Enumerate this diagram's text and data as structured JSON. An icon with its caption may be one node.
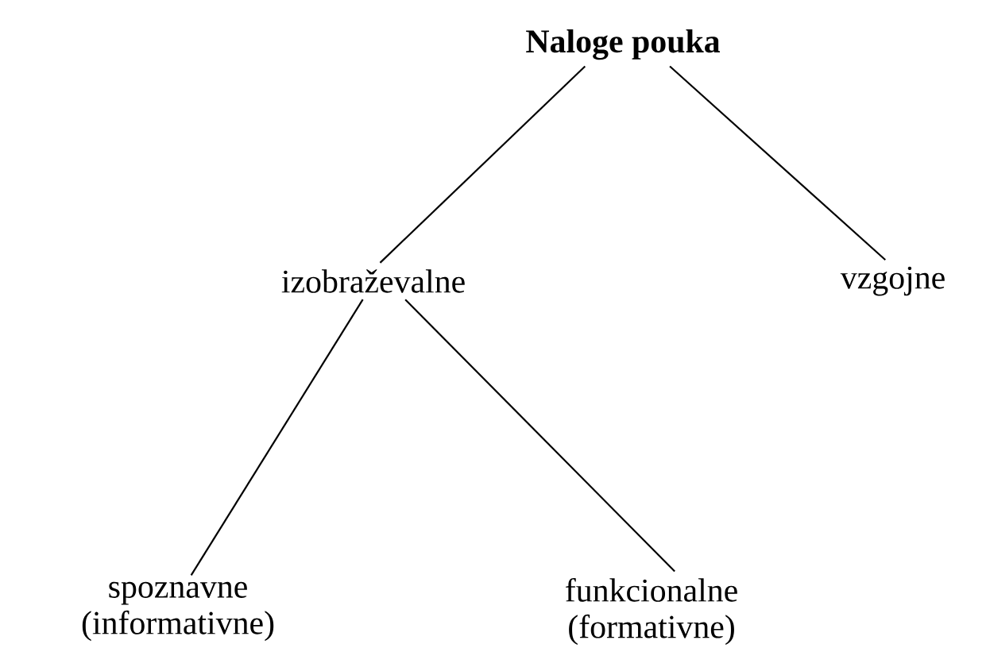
{
  "diagram": {
    "nodes": [
      {
        "text": [
          "Naloge pouka"
        ]
      },
      {
        "text": [
          "izobraževalne"
        ]
      },
      {
        "text": [
          "vzgojne"
        ]
      },
      {
        "text": [
          "spoznavne (informativne)"
        ]
      },
      {
        "text": [
          "funkcionalne (formativne)"
        ]
      }
    ],
    "edges": [
      {
        "from": 0,
        "to": 1,
        "arrow": "none"
      },
      {
        "from": 0,
        "to": 2,
        "arrow": "none"
      },
      {
        "from": 1,
        "to": 3,
        "arrow": "none"
      },
      {
        "from": 1,
        "to": 4,
        "arrow": "none"
      }
    ]
  }
}
